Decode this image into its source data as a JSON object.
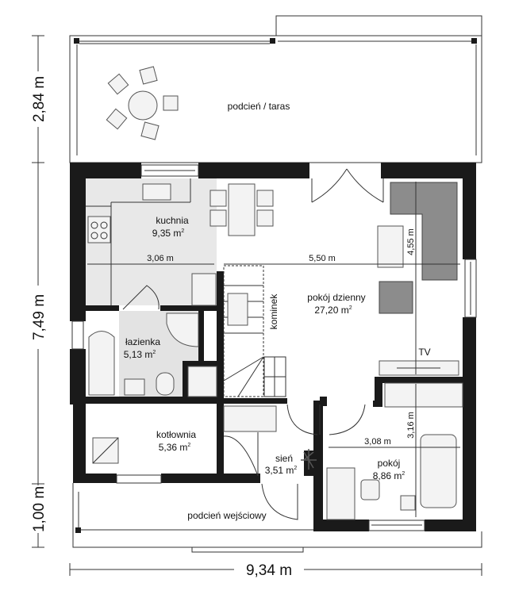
{
  "rooms": {
    "taras": {
      "name": "podcień / taras"
    },
    "kuchnia": {
      "name": "kuchnia",
      "area": "9,35 m",
      "sup": "2"
    },
    "lazienka": {
      "name": "łazienka",
      "area": "5,13 m",
      "sup": "2"
    },
    "kotlownia": {
      "name": "kotłownia",
      "area": "5,36 m",
      "sup": "2"
    },
    "sien": {
      "name": "sień",
      "area": "3,51 m",
      "sup": "2"
    },
    "pokoj_dzienny": {
      "name": "pokój dzienny",
      "area": "27,20 m",
      "sup": "2"
    },
    "pokoj": {
      "name": "pokój",
      "area": "8,86 m",
      "sup": "2"
    },
    "podcien_wejsciowy": {
      "name": "podcień wejściowy"
    },
    "kominek": {
      "name": "kominek"
    },
    "tv": {
      "name": "TV"
    }
  },
  "dimensions": {
    "inner": {
      "kitchen_width": "3,06 m",
      "living_width": "5,50 m",
      "living_depth": "4,55 m",
      "room_width": "3,08 m",
      "room_depth": "3,16 m"
    },
    "outer": {
      "terrace": "2,84 m",
      "house": "7,49 m",
      "porch": "1,00 m",
      "total_width": "9,34 m"
    }
  },
  "colors": {
    "wall": "#1a1a1a",
    "kitchen_floor": "#e6e6e6",
    "sofa": "#8c8c8c"
  }
}
